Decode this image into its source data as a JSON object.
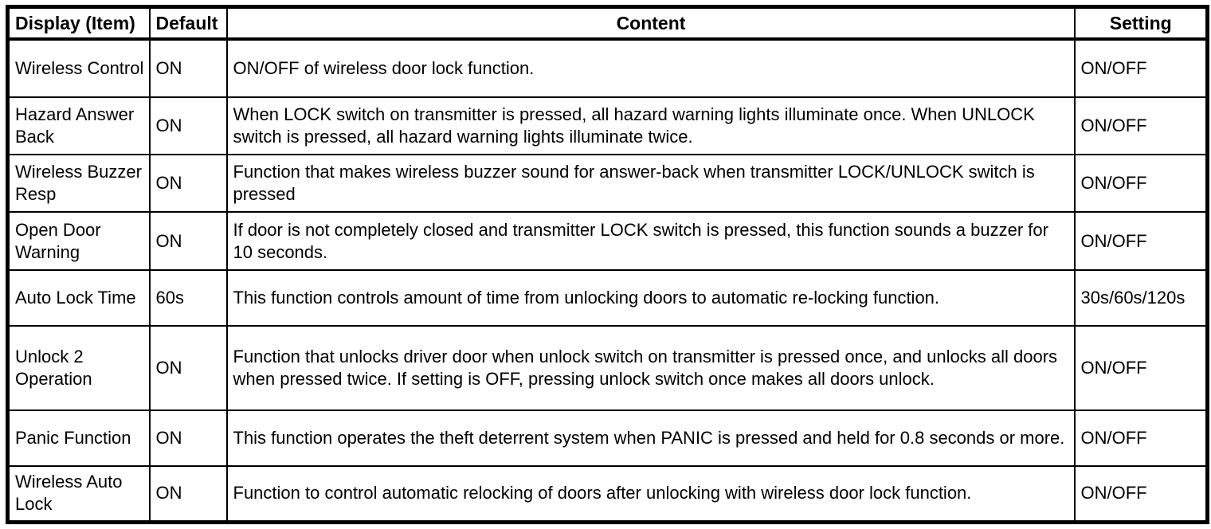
{
  "table": {
    "columns": {
      "item": "Display (Item)",
      "default": "Default",
      "content": "Content",
      "setting": "Setting"
    },
    "rows": [
      {
        "item": "Wireless Control",
        "default": "ON",
        "content": "ON/OFF of wireless door lock function.",
        "setting": "ON/OFF"
      },
      {
        "item": "Hazard Answer Back",
        "default": "ON",
        "content": "When LOCK switch on transmitter is pressed, all hazard warning lights illuminate once. When UNLOCK switch is pressed, all hazard warning lights illuminate twice.",
        "setting": "ON/OFF"
      },
      {
        "item": "Wireless Buzzer Resp",
        "default": "ON",
        "content": "Function that makes wireless buzzer sound for answer-back when transmitter LOCK/UNLOCK switch is pressed",
        "setting": "ON/OFF"
      },
      {
        "item": "Open Door Warning",
        "default": "ON",
        "content": "If door is not completely closed and transmitter LOCK switch is pressed, this function sounds a buzzer for 10 seconds.",
        "setting": "ON/OFF"
      },
      {
        "item": "Auto Lock Time",
        "default": "60s",
        "content": "This function controls amount of time from unlocking doors to automatic re-locking function.",
        "setting": "30s/60s/120s"
      },
      {
        "item": "Unlock 2 Operation",
        "default": "ON",
        "content": "Function that unlocks driver door when unlock switch on transmitter is pressed once, and unlocks all doors when pressed twice. If setting is OFF, pressing unlock switch once makes all doors unlock.",
        "setting": "ON/OFF"
      },
      {
        "item": "Panic Function",
        "default": "ON",
        "content": "This function operates the theft deterrent system when PANIC is pressed and held for 0.8 seconds or more.",
        "setting": "ON/OFF"
      },
      {
        "item": "Wireless Auto Lock",
        "default": "ON",
        "content": "Function to control automatic relocking of doors after unlocking with wireless door lock function.",
        "setting": "ON/OFF"
      }
    ],
    "colors": {
      "border": "#000000",
      "text": "#000000",
      "background": "#ffffff"
    }
  }
}
